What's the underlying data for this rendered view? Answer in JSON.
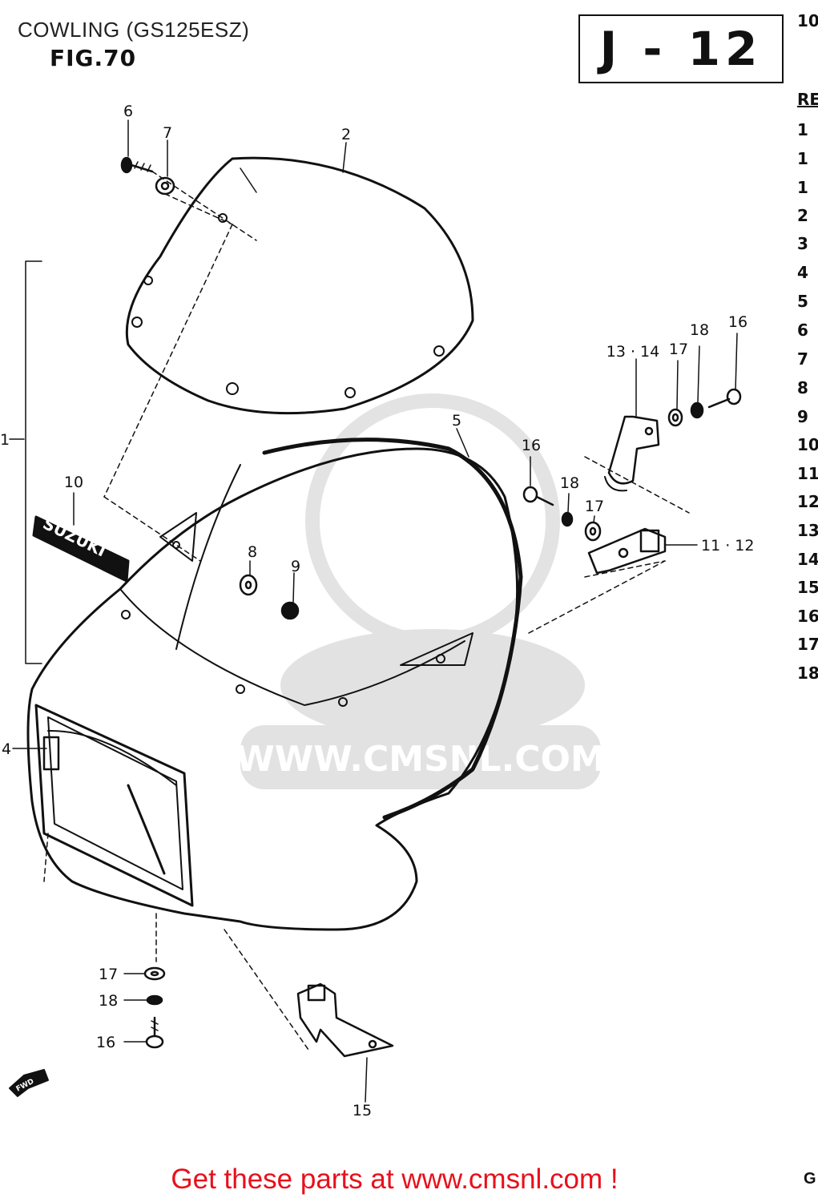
{
  "header": {
    "title": "COWLING (GS125ESZ)",
    "figure": "FIG.70",
    "page_code": "J - 12",
    "corner_number": "10"
  },
  "ref_column": {
    "heading": "RE",
    "numbers": [
      "1",
      "1",
      "1",
      "2",
      "3",
      "4",
      "5",
      "6",
      "7",
      "8",
      "9",
      "10",
      "11",
      "12",
      "13",
      "14",
      "15",
      "16",
      "17",
      "18"
    ]
  },
  "callouts": {
    "c1": "1",
    "c2": "2",
    "c4": "4",
    "c5": "5",
    "c6": "6",
    "c7": "7",
    "c8": "8",
    "c9": "9",
    "c10": "10",
    "c11_12": "11 · 12",
    "c13_14": "13 · 14",
    "c15": "15",
    "c16_a": "16",
    "c16_b": "16",
    "c16_c": "16",
    "c17_a": "17",
    "c17_b": "17",
    "c17_c": "17",
    "c18_a": "18",
    "c18_b": "18",
    "c18_c": "18"
  },
  "emblem_text": "SUZUKI",
  "watermark": "WWW.CMSNL.COM",
  "front_marker": "FWD",
  "footer": {
    "cta": "Get these parts at www.cmsnl.com !",
    "corner": "G"
  },
  "colors": {
    "ink": "#111111",
    "cta_red": "#e8101b",
    "watermark_gray": "#d4d4d4"
  }
}
